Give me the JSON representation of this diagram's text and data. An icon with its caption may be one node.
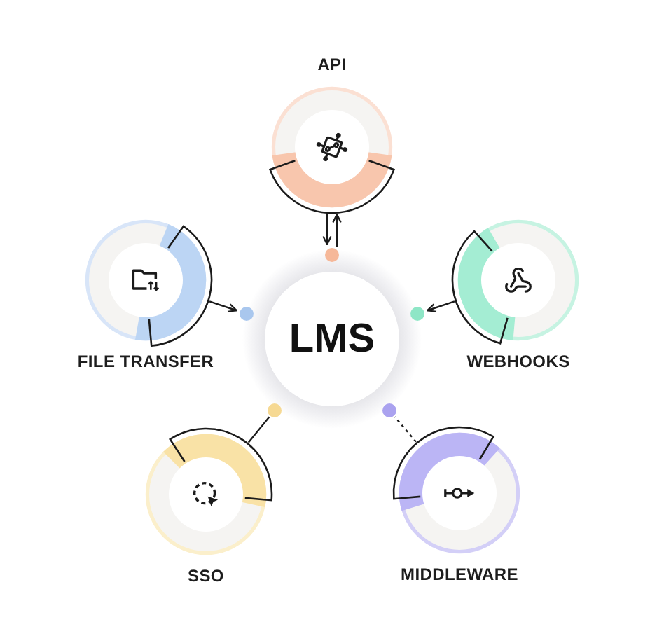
{
  "diagram": {
    "nodes": [
      {
        "text": [
          "API"
        ]
      },
      {
        "text": [
          "FILE TRANSFER"
        ]
      },
      {
        "text": [
          "LMS"
        ]
      },
      {
        "text": [
          "WEBHOOKS"
        ]
      },
      {
        "text": [
          "SSO"
        ]
      },
      {
        "text": [
          "MIDDLEWARE"
        ]
      },
      {
        "text": [],
        "shape": "circle"
      },
      {
        "text": [],
        "shape": "circle"
      },
      {
        "text": [],
        "shape": "circle"
      },
      {
        "text": [],
        "shape": "circle"
      },
      {
        "text": [],
        "shape": "circle"
      }
    ],
    "edges": [
      {
        "from": 0,
        "to": 6,
        "arrow": "to"
      },
      {
        "from": 6,
        "to": 0,
        "arrow": "to"
      },
      {
        "from": 1,
        "to": 7,
        "arrow": "to"
      },
      {
        "from": 3,
        "to": 8,
        "arrow": "to"
      },
      {
        "from": 4,
        "to": 9,
        "arrow": "none"
      },
      {
        "from": 5,
        "to": 10,
        "arrow": "none",
        "style": "dashed"
      }
    ]
  }
}
